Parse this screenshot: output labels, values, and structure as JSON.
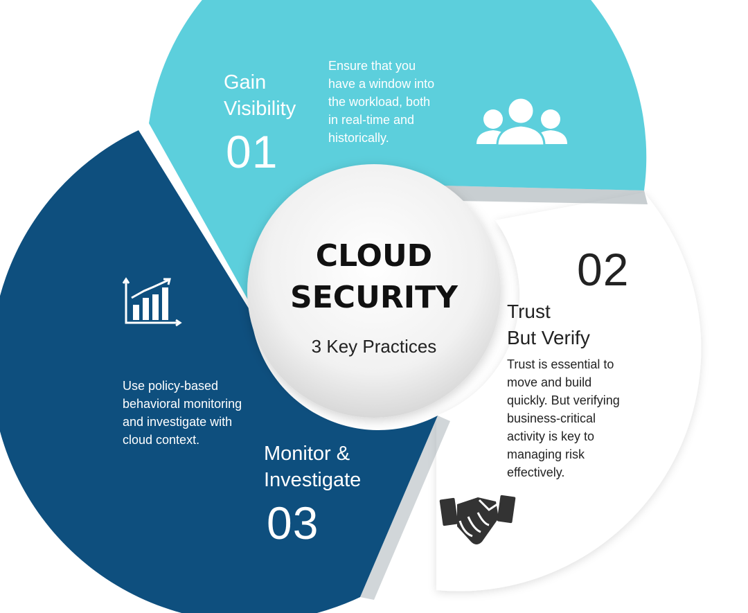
{
  "center": {
    "title_line1": "CLOUD",
    "title_line2": "SECURITY",
    "subtitle": "3 Key Practices"
  },
  "segments": [
    {
      "number": "01",
      "title_line1": "Gain",
      "title_line2": "Visibility",
      "description": [
        "Ensure that you",
        "have a window into",
        "the workload, both",
        "in real-time and",
        "historically."
      ],
      "icon": "users-icon",
      "color": "#5ccfdc"
    },
    {
      "number": "02",
      "title_line1": "Trust",
      "title_line2": "But Verify",
      "description": [
        "Trust is essential to",
        "move and build",
        "quickly. But verifying",
        "business-critical",
        "activity is key to",
        "managing risk",
        "effectively."
      ],
      "icon": "handshake-icon",
      "color": "#ffffff"
    },
    {
      "number": "03",
      "title_line1": "Monitor &",
      "title_line2": "Investigate",
      "description": [
        "Use policy-based",
        "behavioral monitoring",
        "and investigate with",
        "cloud context."
      ],
      "icon": "bar-chart-icon",
      "color": "#0e4f7e"
    }
  ]
}
